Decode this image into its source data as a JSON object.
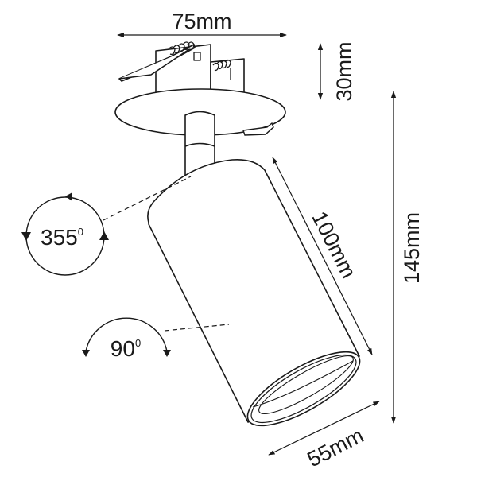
{
  "diagram": {
    "subject": "Surface-adjustable recessed spotlight",
    "colors": {
      "stroke": "#1a1a1a",
      "background": "#ffffff"
    },
    "dimensions": {
      "width_top": {
        "value": "75mm"
      },
      "recess_depth": {
        "value": "30mm"
      },
      "total_height": {
        "value": "145mm"
      },
      "body_length": {
        "value": "100mm"
      },
      "body_diameter": {
        "value": "55mm"
      }
    },
    "rotations": {
      "horizontal": {
        "value": "355",
        "unit": "0"
      },
      "tilt": {
        "value": "90",
        "unit": "0"
      }
    }
  }
}
